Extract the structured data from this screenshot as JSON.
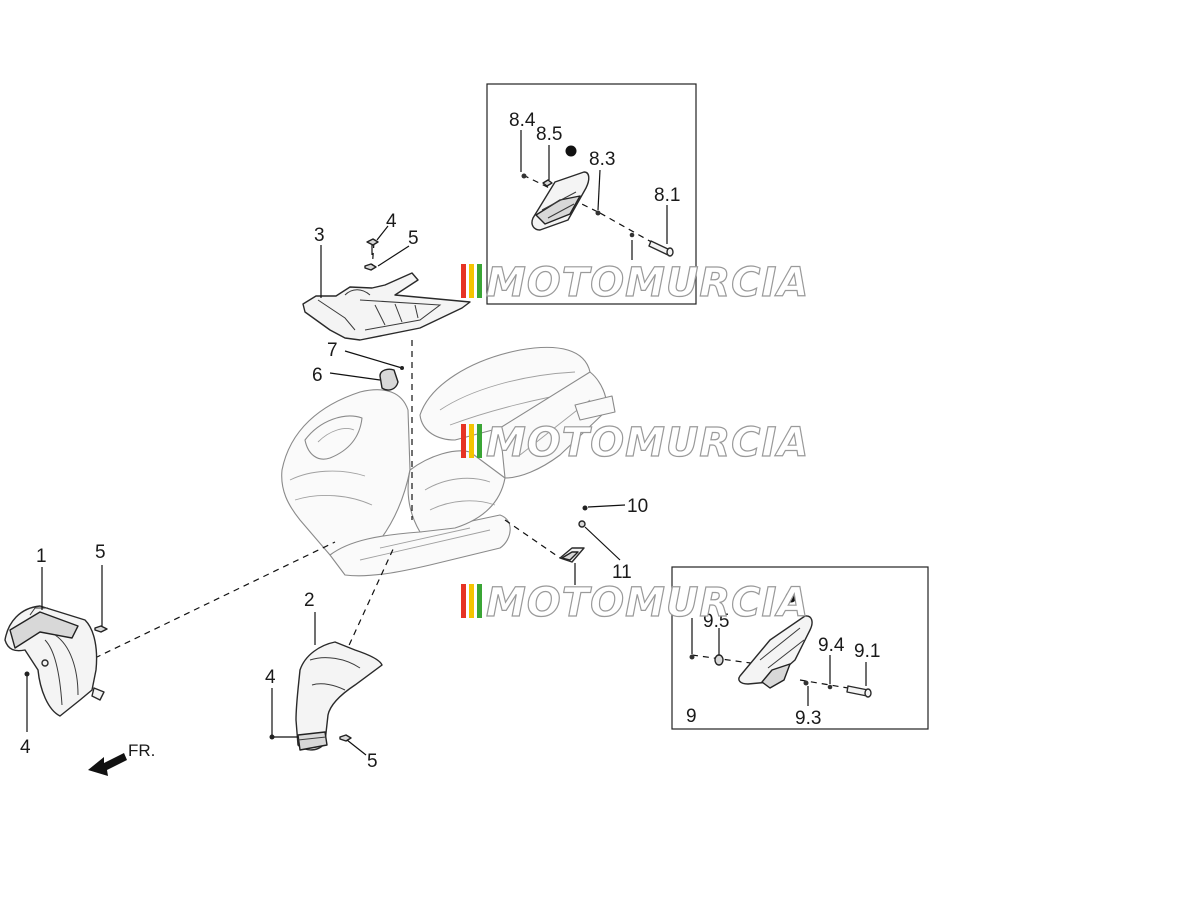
{
  "callouts": {
    "c1": "1",
    "c2": "2",
    "c3": "3",
    "c4_top": "4",
    "c5_top": "5",
    "c4_mid": "4",
    "c5_mid": "5",
    "c4_left": "4",
    "c5_left": "5",
    "c6": "6",
    "c7": "7",
    "c10": "10",
    "c11": "11",
    "c8_1": "8.1",
    "c8_3": "8.3",
    "c8_4": "8.4",
    "c8_5": "8.5",
    "c9": "9",
    "c9_1": "9.1",
    "c9_3": "9.3",
    "c9_4": "9.4",
    "c9_5": "9.5"
  },
  "direction": {
    "label": "FR."
  },
  "watermark": {
    "text": "MOTOMURCIA",
    "stripe_colors": [
      "#e63324",
      "#f5c400",
      "#3aa535"
    ]
  }
}
